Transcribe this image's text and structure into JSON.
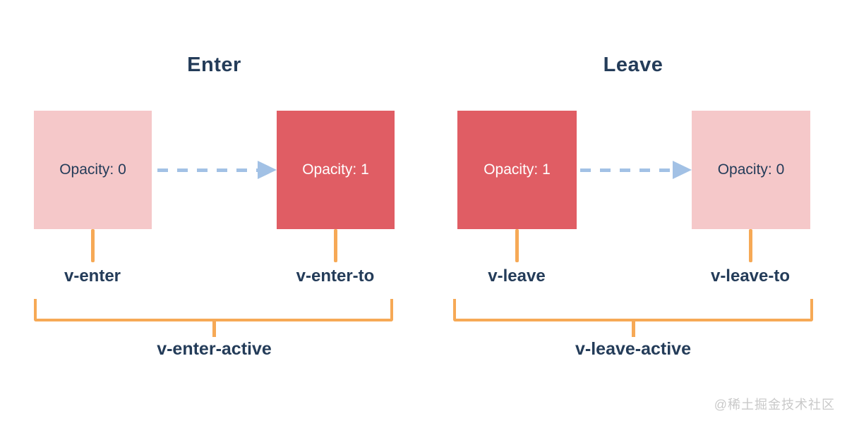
{
  "page": {
    "watermark": "@稀土掘金技术社区"
  },
  "colors": {
    "faded_box": "#F5C8C9",
    "solid_box": "#E05D64",
    "connector_orange": "#F6A956",
    "arrow_blue": "#A2C1E5",
    "text_navy": "#243C59",
    "watermark_gray": "#C9C9C9",
    "background": "#FFFFFF"
  },
  "sections": [
    {
      "title": "Enter",
      "from_box_label": "Opacity: 0",
      "to_box_label": "Opacity: 1",
      "from_box_style": "faded",
      "to_box_style": "solid",
      "from_class_label": "v-enter",
      "to_class_label": "v-enter-to",
      "active_class_label": "v-enter-active"
    },
    {
      "title": "Leave",
      "from_box_label": "Opacity: 1",
      "to_box_label": "Opacity: 0",
      "from_box_style": "solid",
      "to_box_style": "faded",
      "from_class_label": "v-leave",
      "to_class_label": "v-leave-to",
      "active_class_label": "v-leave-active"
    }
  ]
}
